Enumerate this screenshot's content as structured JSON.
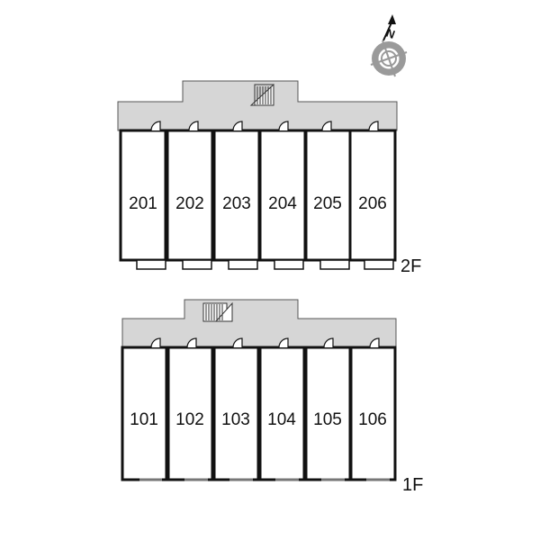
{
  "compass": {
    "north_label": "N",
    "icon": "compass-rose-icon"
  },
  "floors": [
    {
      "label": "2F",
      "units": [
        "201",
        "202",
        "203",
        "204",
        "205",
        "206"
      ]
    },
    {
      "label": "1F",
      "units": [
        "101",
        "102",
        "103",
        "104",
        "105",
        "106"
      ]
    }
  ],
  "colors": {
    "corridor": "#d6d6d6",
    "wall": "#111111",
    "unit_fill": "#ffffff"
  }
}
